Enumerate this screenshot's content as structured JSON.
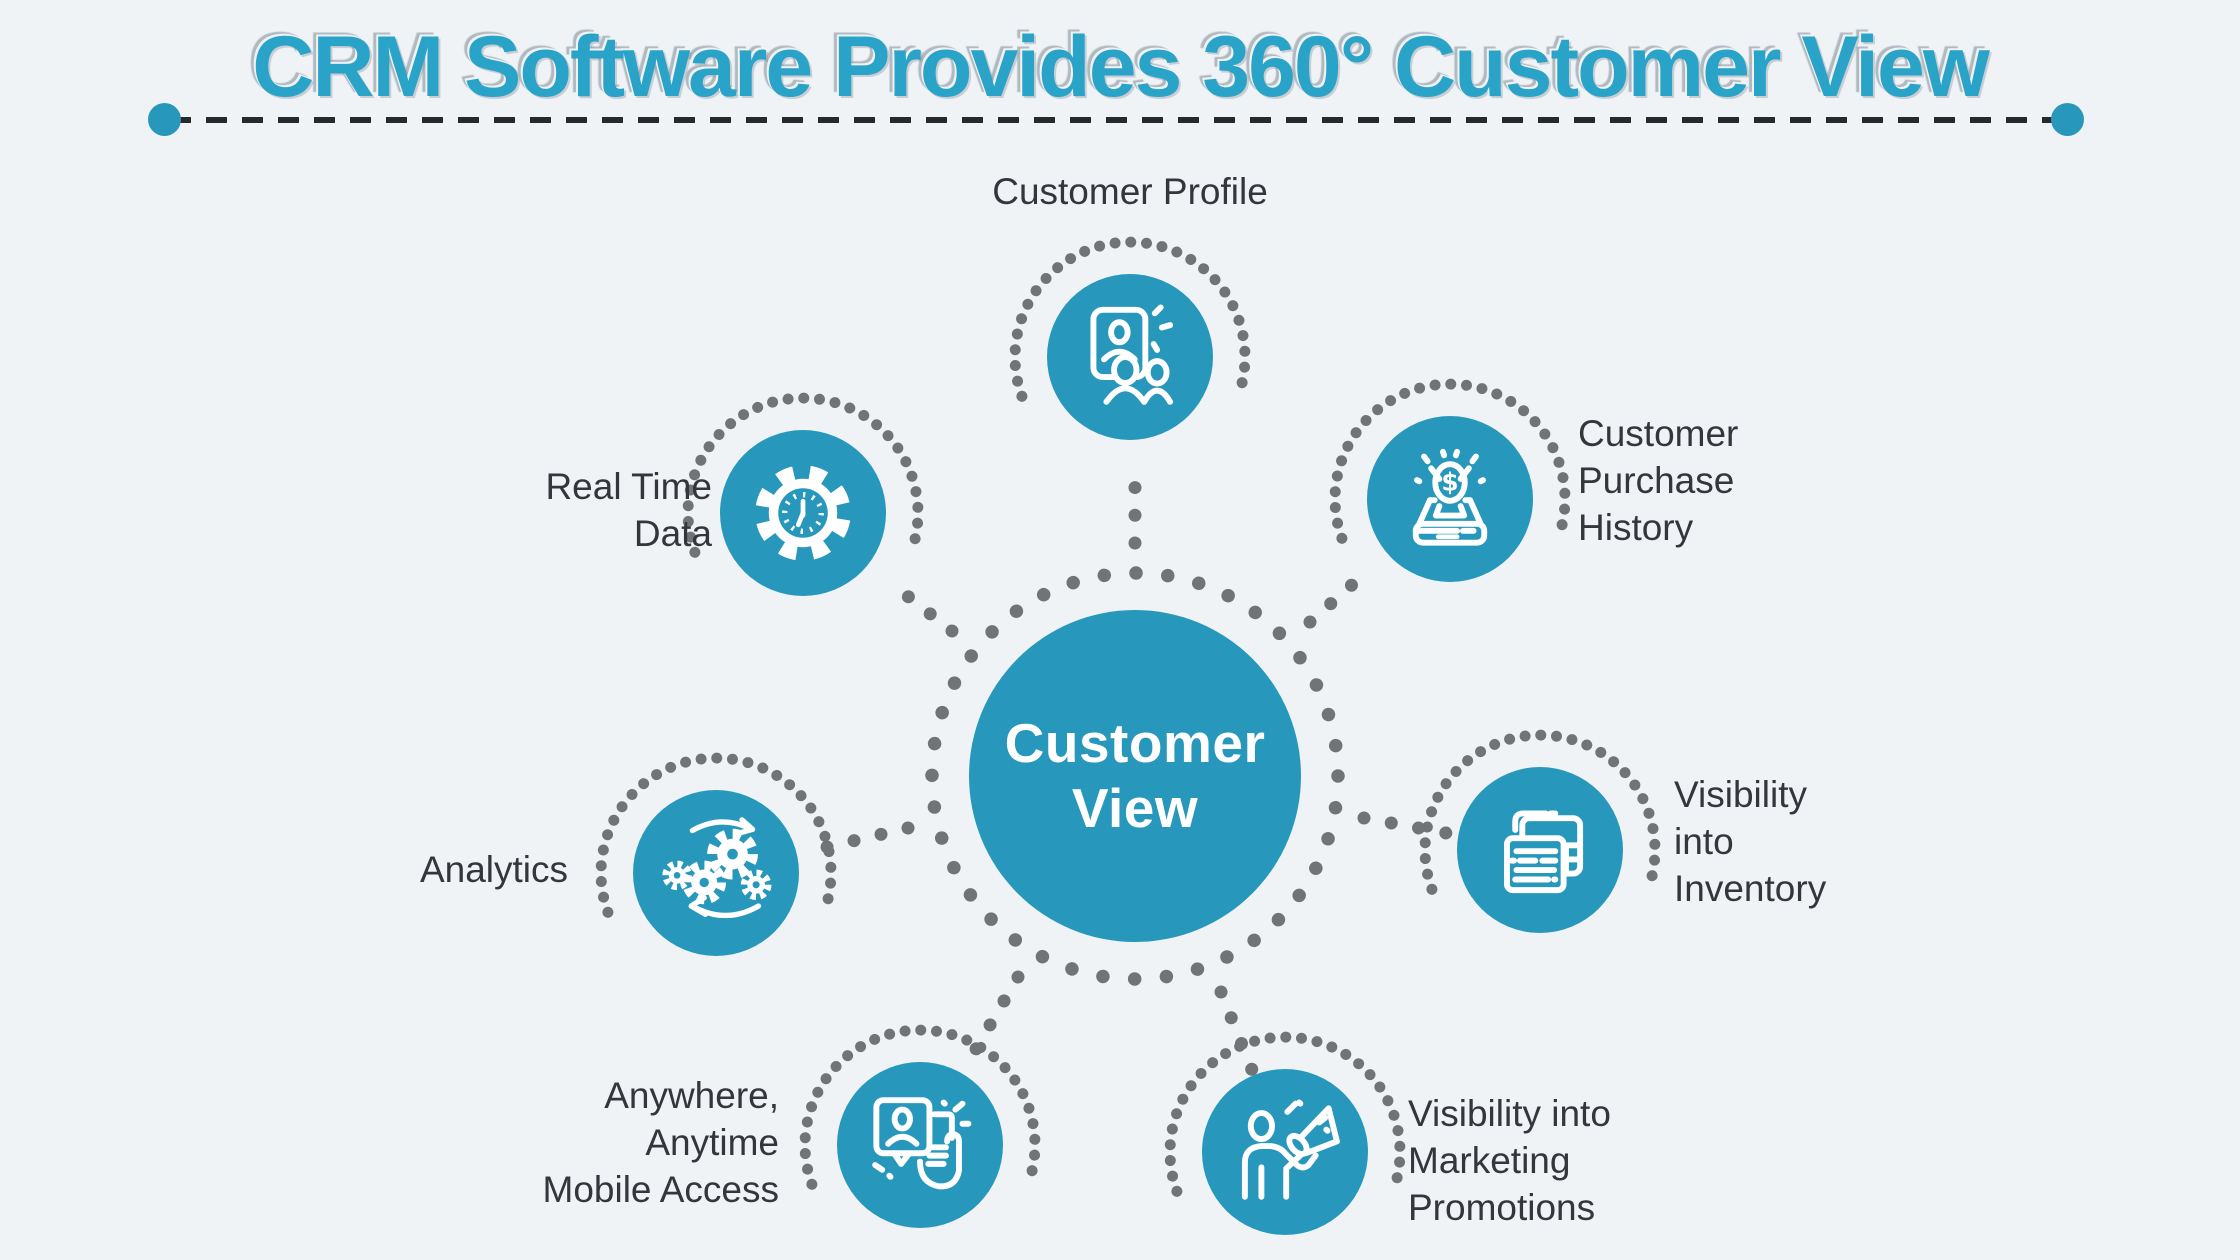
{
  "header": {
    "title": "CRM Software Provides 360° Customer View"
  },
  "hub": {
    "label": "Customer\nView"
  },
  "satellites": [
    {
      "id": "customer-profile",
      "label": "Customer Profile",
      "icon": "customer-profile-icon"
    },
    {
      "id": "customer-purchase-history",
      "label": "Customer\nPurchase\nHistory",
      "icon": "purchase-history-icon"
    },
    {
      "id": "visibility-into-inventory",
      "label": "Visibility\ninto\nInventory",
      "icon": "inventory-documents-icon"
    },
    {
      "id": "visibility-into-marketing",
      "label": "Visibility into\nMarketing\nPromotions",
      "icon": "megaphone-person-icon"
    },
    {
      "id": "mobile-access",
      "label": "Anywhere,\nAnytime\nMobile Access",
      "icon": "mobile-access-icon"
    },
    {
      "id": "analytics",
      "label": "Analytics",
      "icon": "analytics-gears-icon"
    },
    {
      "id": "real-time-data",
      "label": "Real Time\nData",
      "icon": "realtime-gear-clock-icon"
    }
  ],
  "colors": {
    "teal": "#2798BC",
    "title_teal": "#2AA3C9",
    "dot_gray": "#717476",
    "text_dark": "#33363B",
    "background": "#EFF3F6"
  }
}
